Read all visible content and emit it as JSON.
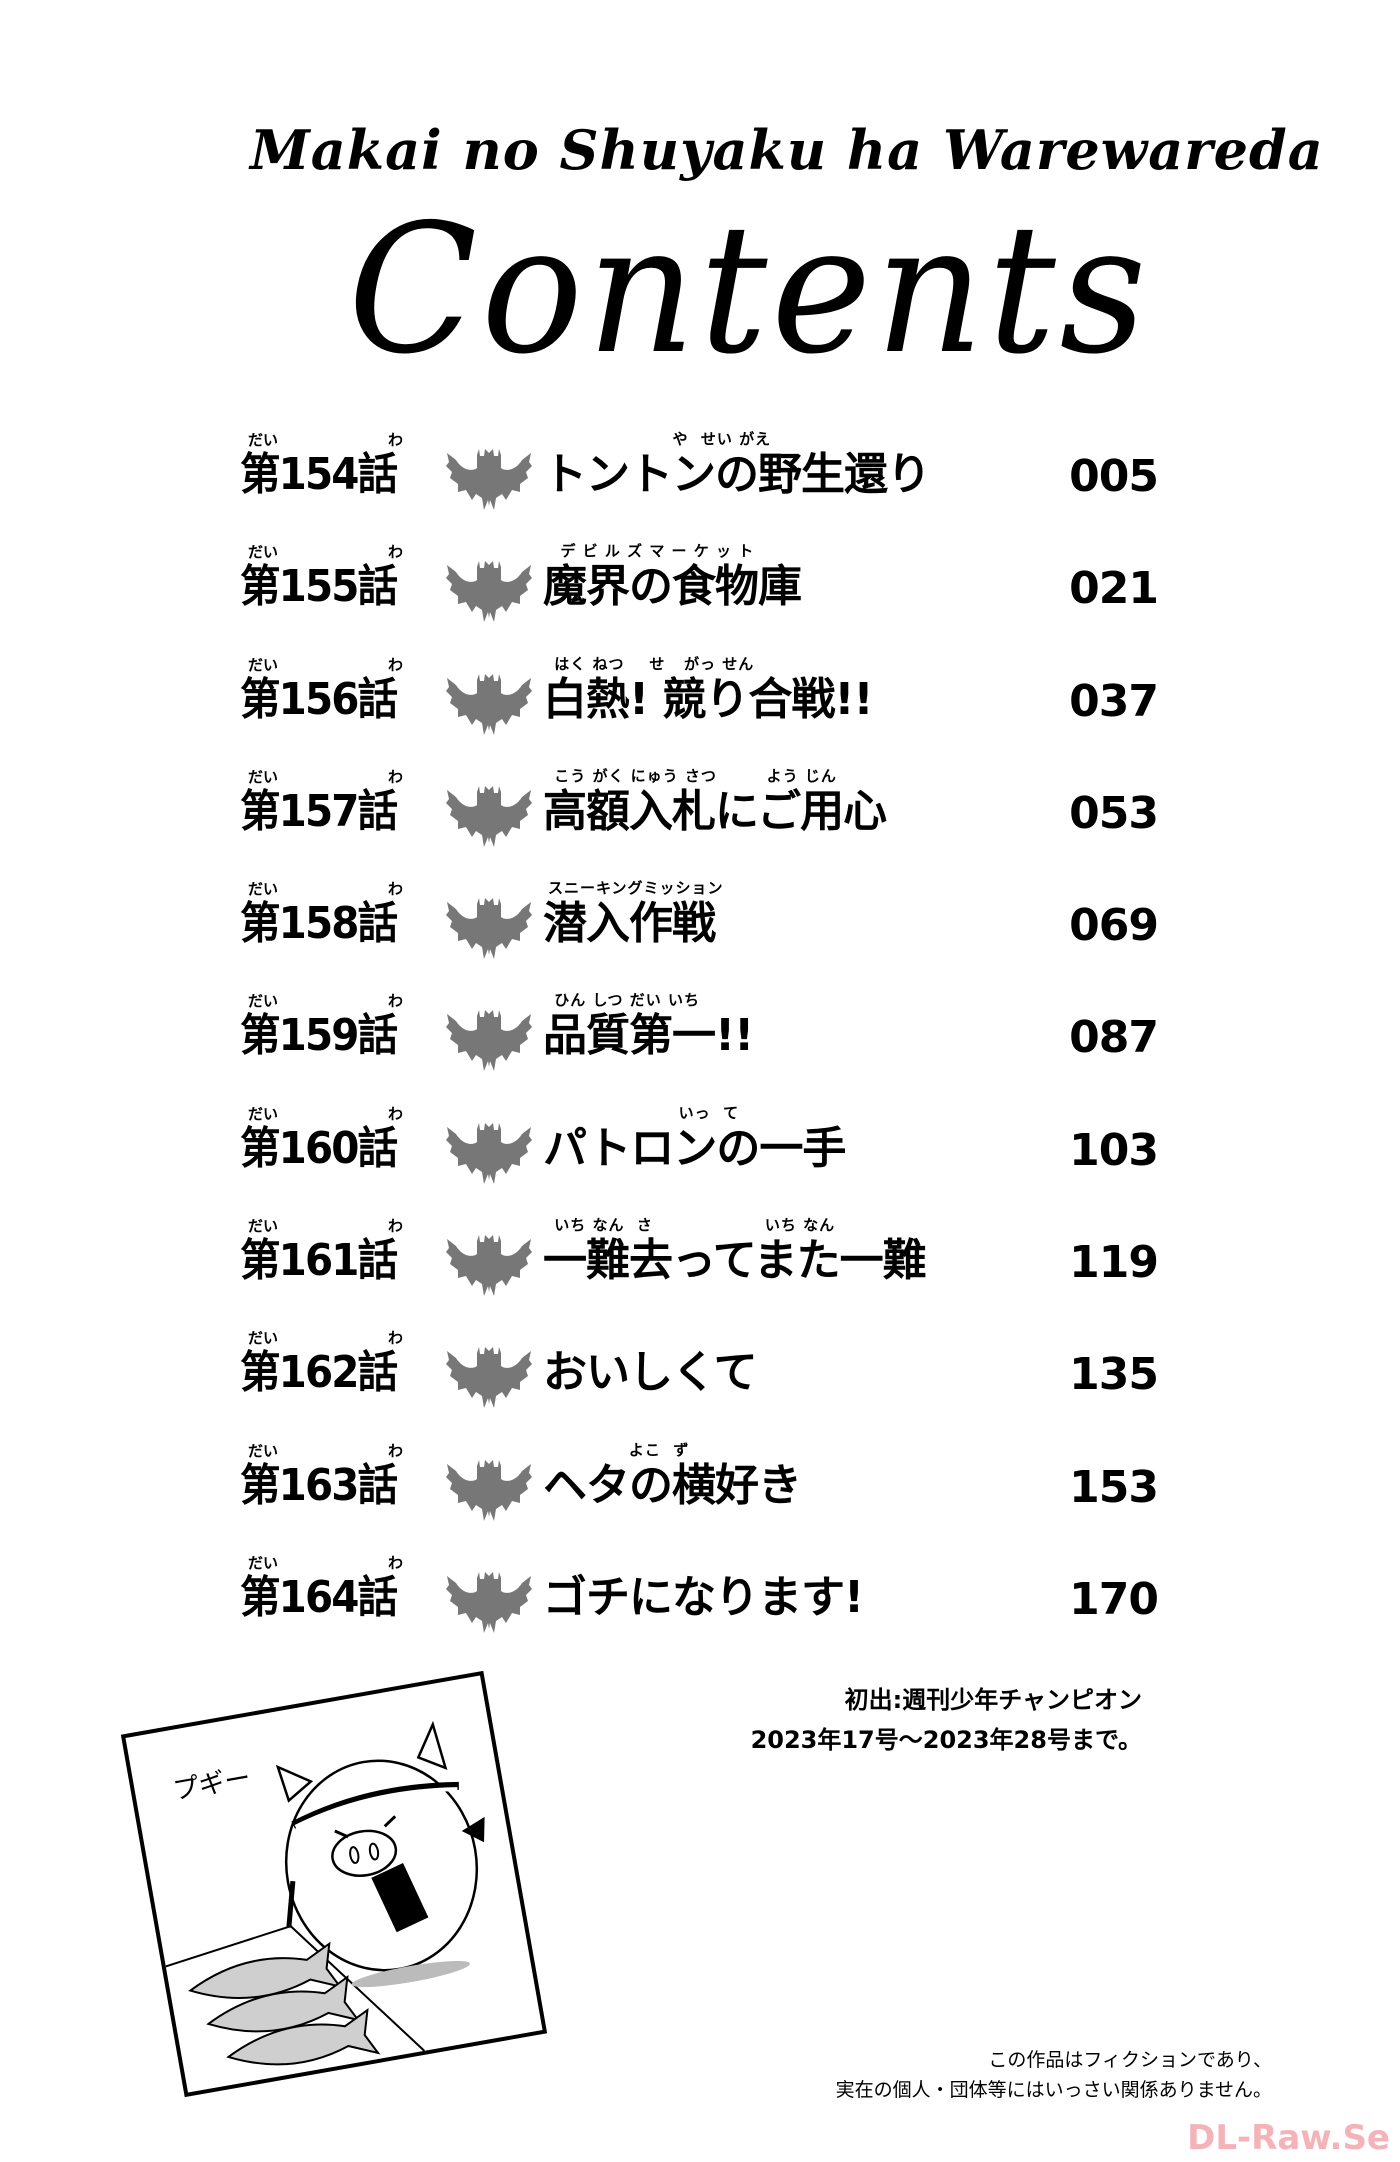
{
  "header": {
    "series_title": "Makai no Shuyaku ha Warewareda",
    "heading": "Contents"
  },
  "toc": {
    "chapter_prefix_ruby": "だい",
    "chapter_suffix_ruby": "わ",
    "entries": [
      {
        "chapter": "第154話",
        "title": "トントンの野生還り",
        "ruby": "                    や  せい がえ",
        "page": "005"
      },
      {
        "chapter": "第155話",
        "title": "魔界の食物庫",
        "ruby": "  デ ビ ル ズ マ ー ケ ッ ト",
        "page": "021"
      },
      {
        "chapter": "第156話",
        "title": "白熱! 競り合戦!!",
        "ruby": " はく ねつ    せ   がっ せん",
        "page": "037"
      },
      {
        "chapter": "第157話",
        "title": "高額入札にご用心",
        "ruby": " こう がく にゅう さつ        よう じん",
        "page": "053"
      },
      {
        "chapter": "第158話",
        "title": "潜入作戦",
        "ruby": "スニーキングミッション",
        "page": "069"
      },
      {
        "chapter": "第159話",
        "title": "品質第一!!",
        "ruby": " ひん しつ だい いち",
        "page": "087"
      },
      {
        "chapter": "第160話",
        "title": "パトロンの一手",
        "ruby": "                     いっ  て",
        "page": "103"
      },
      {
        "chapter": "第161話",
        "title": "一難去ってまた一難",
        "ruby": " いち なん  さ                  いち なん",
        "page": "119"
      },
      {
        "chapter": "第162話",
        "title": "おいしくて",
        "ruby": "",
        "page": "135"
      },
      {
        "chapter": "第163話",
        "title": "ヘタの横好き",
        "ruby": "             よこ  ず",
        "page": "153"
      },
      {
        "chapter": "第164話",
        "title": "ゴチになります!",
        "ruby": "",
        "page": "170"
      }
    ]
  },
  "first_publication": {
    "line1": "初出:週刊少年チャンピオン",
    "line2": "2023年17号～2023年28号まで。"
  },
  "illustration": {
    "sound_effect": "プギー",
    "description": "pig demon with headband holding pen and notebook beside three fish"
  },
  "disclaimer": {
    "line1": "この作品はフィクションであり、",
    "line2": "実在の個人・団体等にはいっさい関係ありません。"
  },
  "watermark": "DL-Raw.Se",
  "colors": {
    "text": "#000000",
    "bat_icon": "#777777",
    "watermark": "#f3a6ad",
    "background": "#ffffff"
  }
}
